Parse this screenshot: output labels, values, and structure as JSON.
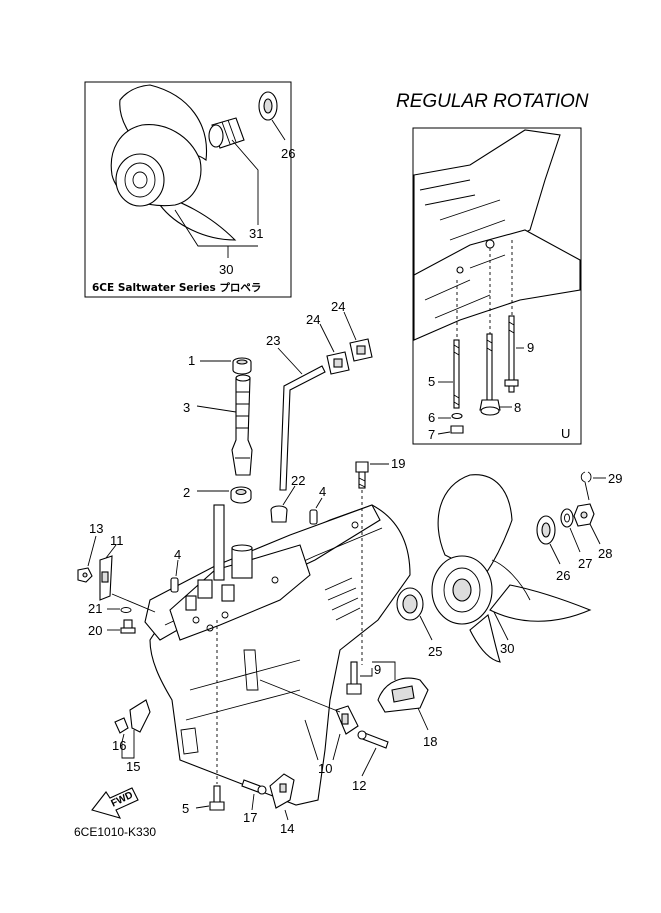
{
  "title": "REGULAR ROTATION",
  "inset_caption": "6CE Saltwater Series プロペラ",
  "inset_letter": "U",
  "drawing_code": "6CE1010-K330",
  "fwd_label": "FWD",
  "callouts": {
    "c1": "1",
    "c2": "2",
    "c3": "3",
    "c4a": "4",
    "c4b": "4",
    "c5a": "5",
    "c5b": "5",
    "c6": "6",
    "c7": "7",
    "c8": "8",
    "c9a": "9",
    "c9b": "9",
    "c10": "10",
    "c11": "11",
    "c12": "12",
    "c13": "13",
    "c14": "14",
    "c15": "15",
    "c16": "16",
    "c17": "17",
    "c18": "18",
    "c19": "19",
    "c20": "20",
    "c21": "21",
    "c22": "22",
    "c23": "23",
    "c24a": "24",
    "c24b": "24",
    "c25": "25",
    "c26a": "26",
    "c26b": "26",
    "c27": "27",
    "c28": "28",
    "c29": "29",
    "c30a": "30",
    "c30b": "30",
    "c31": "31"
  }
}
